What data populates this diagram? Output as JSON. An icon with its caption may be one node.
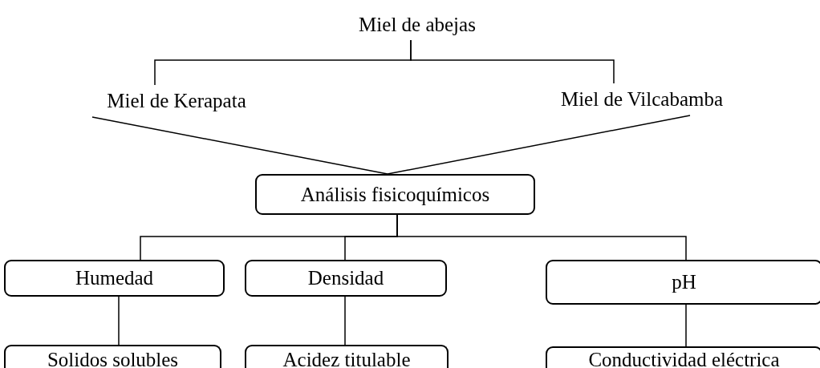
{
  "diagram": {
    "nodes": [
      {
        "text": [
          "Miel de abejas"
        ]
      },
      {
        "text": [
          "Miel de Kerapata"
        ]
      },
      {
        "text": [
          "Miel de Vilcabamba"
        ]
      },
      {
        "text": [
          "Análisis fisicoquímicos"
        ]
      },
      {
        "text": [
          "Humedad"
        ]
      },
      {
        "text": [
          "Densidad"
        ]
      },
      {
        "text": [
          "pH"
        ]
      },
      {
        "text": [
          "Solidos solubles"
        ]
      },
      {
        "text": [
          "Acidez titulable"
        ]
      },
      {
        "text": [
          "Conductividad eléctrica"
        ]
      }
    ],
    "edges": [
      {
        "from": 0,
        "to": 1,
        "arrow": "none"
      },
      {
        "from": 0,
        "to": 2,
        "arrow": "none"
      },
      {
        "from": 1,
        "to": 3,
        "arrow": "none"
      },
      {
        "from": 2,
        "to": 3,
        "arrow": "none"
      },
      {
        "from": 3,
        "to": 4,
        "arrow": "none"
      },
      {
        "from": 3,
        "to": 5,
        "arrow": "none"
      },
      {
        "from": 3,
        "to": 6,
        "arrow": "none"
      },
      {
        "from": 4,
        "to": 7,
        "arrow": "none"
      },
      {
        "from": 5,
        "to": 8,
        "arrow": "none"
      },
      {
        "from": 6,
        "to": 9,
        "arrow": "none"
      }
    ]
  }
}
